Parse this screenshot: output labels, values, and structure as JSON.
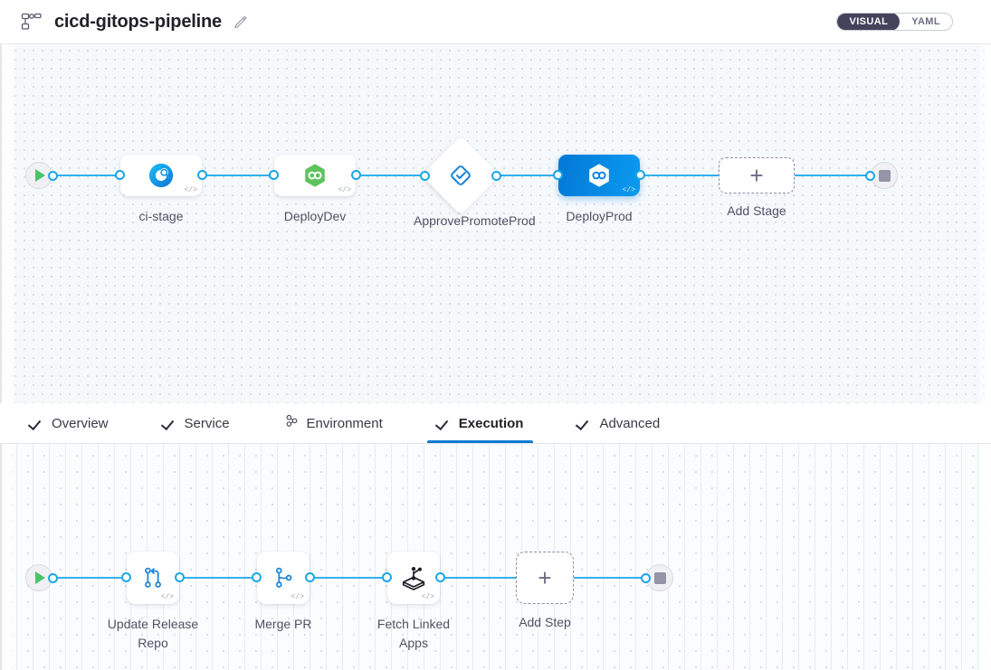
{
  "header": {
    "icon": "pipeline-icon",
    "title": "cicd-gitops-pipeline",
    "edit_icon": "pencil-icon",
    "view_toggle": {
      "options": [
        {
          "label": "VISUAL",
          "active": true
        },
        {
          "label": "YAML",
          "active": false
        }
      ],
      "active_color": "#43435c"
    }
  },
  "stage_canvas": {
    "start_node": {
      "name": "start-node",
      "icon": "play-icon"
    },
    "end_node": {
      "name": "end-node",
      "icon": "stop-icon"
    },
    "stages": [
      {
        "label": "ci-stage",
        "icon": "ci-build-icon",
        "type": "stage",
        "selected": false,
        "code_glyph": "</>"
      },
      {
        "label": "DeployDev",
        "icon": "cd-deploy-icon",
        "type": "stage",
        "selected": false,
        "code_glyph": "</>"
      },
      {
        "label": "ApprovePromoteProd",
        "icon": "approval-icon",
        "type": "approval",
        "selected": false,
        "code_glyph": ""
      },
      {
        "label": "DeployProd",
        "icon": "cd-deploy-icon",
        "type": "stage",
        "selected": true,
        "code_glyph": "</>"
      }
    ],
    "add_stage": {
      "label": "Add Stage",
      "icon": "plus-icon"
    },
    "edge_color": "#33b0ec"
  },
  "tabs": [
    {
      "label": "Overview",
      "icon": "check-icon",
      "active": false
    },
    {
      "label": "Service",
      "icon": "check-icon",
      "active": false
    },
    {
      "label": "Environment",
      "icon": "infrastructure-icon",
      "active": false
    },
    {
      "label": "Execution",
      "icon": "check-icon",
      "active": true
    },
    {
      "label": "Advanced",
      "icon": "check-icon",
      "active": false
    }
  ],
  "step_canvas": {
    "start_node": {
      "name": "start-node",
      "icon": "play-icon"
    },
    "end_node": {
      "name": "end-node",
      "icon": "stop-icon"
    },
    "steps": [
      {
        "label": "Update Release Repo",
        "icon": "git-merge-icon",
        "code_glyph": "</>"
      },
      {
        "label": "Merge PR",
        "icon": "git-branch-icon",
        "code_glyph": "</>"
      },
      {
        "label": "Fetch Linked Apps",
        "icon": "gitops-apps-icon",
        "code_glyph": "</>"
      }
    ],
    "add_step": {
      "label": "Add Step",
      "icon": "plus-icon"
    }
  }
}
